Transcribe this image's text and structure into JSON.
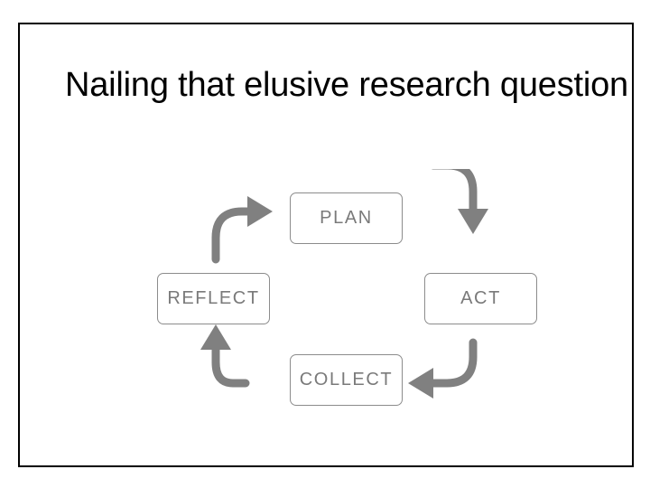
{
  "slide": {
    "title": "Nailing that elusive research question",
    "background_color": "#ffffff",
    "frame_border_color": "#000000",
    "title_color": "#000000"
  },
  "diagram": {
    "type": "cycle",
    "node_border_color": "#8c8c8c",
    "node_text_color": "#7a7a7a",
    "arrow_color": "#808080",
    "nodes": [
      {
        "id": "plan",
        "label": "PLAN",
        "position": "top"
      },
      {
        "id": "act",
        "label": "ACT",
        "position": "right"
      },
      {
        "id": "collect",
        "label": "COLLECT",
        "position": "bottom"
      },
      {
        "id": "reflect",
        "label": "REFLECT",
        "position": "left"
      }
    ],
    "arrows": [
      {
        "id": "plan-to-act",
        "from": "PLAN",
        "to": "ACT",
        "direction": "down",
        "icon": "curved-arrow-down-icon"
      },
      {
        "id": "act-to-collect",
        "from": "ACT",
        "to": "COLLECT",
        "direction": "left",
        "icon": "curved-arrow-left-icon"
      },
      {
        "id": "collect-to-reflect",
        "from": "COLLECT",
        "to": "REFLECT",
        "direction": "up",
        "icon": "curved-arrow-up-icon"
      },
      {
        "id": "reflect-to-plan",
        "from": "REFLECT",
        "to": "PLAN",
        "direction": "right",
        "icon": "curved-arrow-right-icon"
      }
    ]
  }
}
